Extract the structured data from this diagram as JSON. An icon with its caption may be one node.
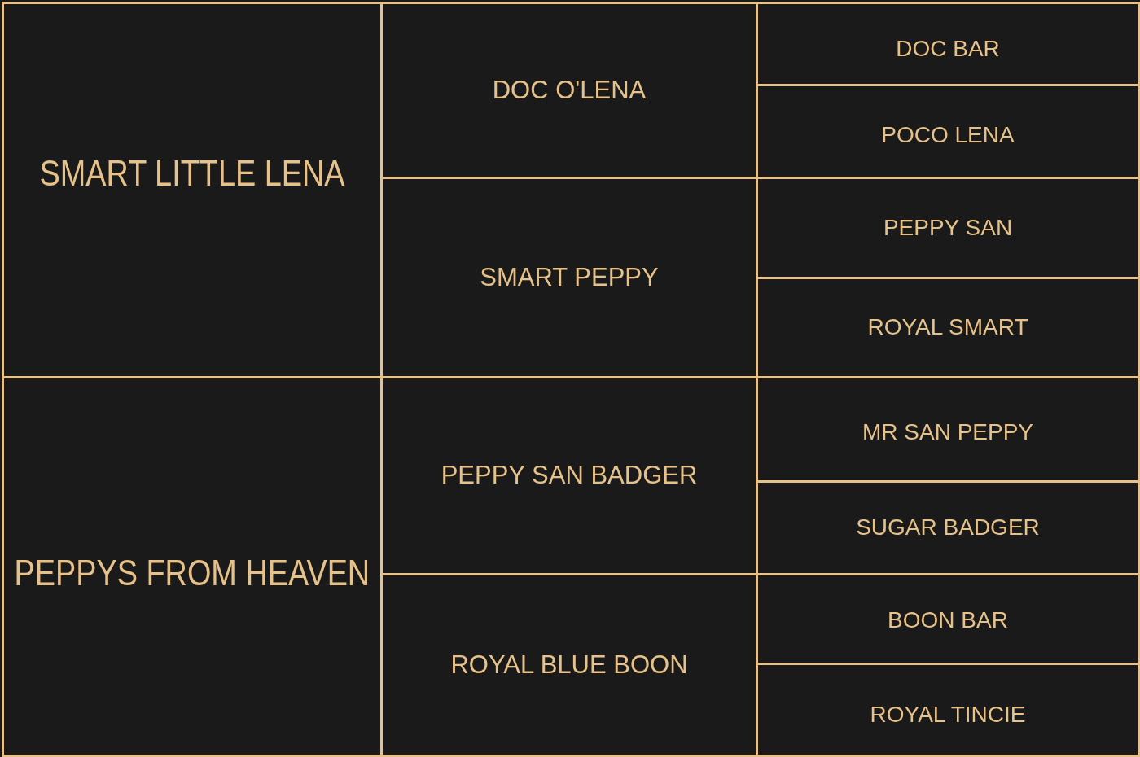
{
  "diagram": {
    "nodes": [
      {
        "text": [
          "SMART LITTLE LENA"
        ]
      },
      {
        "text": [
          "DOC O'LENA"
        ]
      },
      {
        "text": [
          "DOC BAR"
        ]
      },
      {
        "text": [
          "POCO LENA"
        ]
      },
      {
        "text": [
          "SMART PEPPY"
        ]
      },
      {
        "text": [
          "PEPPY SAN"
        ]
      },
      {
        "text": [
          "ROYAL SMART"
        ]
      },
      {
        "text": [
          "PEPPYS FROM HEAVEN"
        ]
      },
      {
        "text": [
          "PEPPY SAN BADGER"
        ]
      },
      {
        "text": [
          "MR SAN PEPPY"
        ]
      },
      {
        "text": [
          "SUGAR BADGER"
        ]
      },
      {
        "text": [
          "ROYAL BLUE BOON"
        ]
      },
      {
        "text": [
          "BOON BAR"
        ]
      },
      {
        "text": [
          "ROYAL TINCIE"
        ]
      }
    ]
  }
}
